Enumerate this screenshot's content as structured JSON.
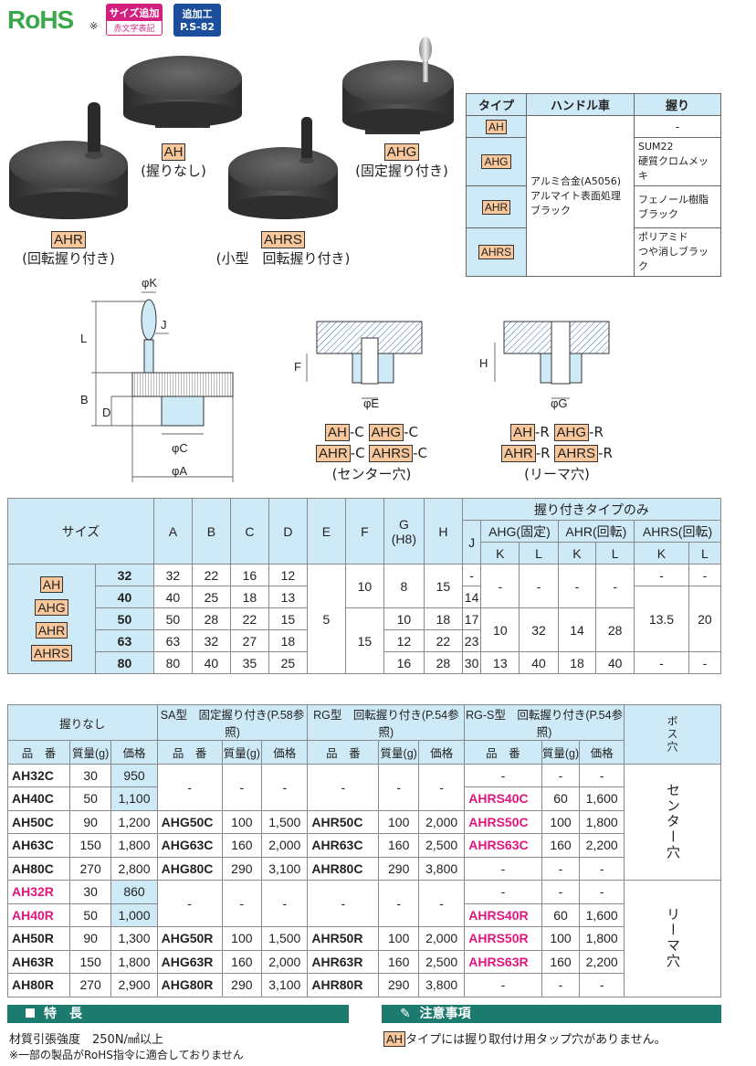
{
  "header": {
    "rohs": "RoHS",
    "rohs_mark": "※",
    "badge1_top": "サイズ追加",
    "badge1_bottom": "赤文字表記",
    "badge2_top": "追加工",
    "badge2_bottom": "P.S-82"
  },
  "products": [
    {
      "code": "AH",
      "desc": "(握りなし)"
    },
    {
      "code": "AHG",
      "desc": "(固定握り付き)"
    },
    {
      "code": "AHR",
      "desc": "(回転握り付き)"
    },
    {
      "code": "AHRS",
      "desc": "(小型　回転握り付き)"
    }
  ],
  "type_table": {
    "headers": [
      "タイプ",
      "ハンドル車",
      "握り"
    ],
    "types": [
      "AH",
      "AHG",
      "AHR",
      "AHRS"
    ],
    "material_lines": [
      "アルミ合金(A5056)",
      "アルマイト表面処理",
      "ブラック"
    ],
    "grips": [
      [
        "-"
      ],
      [
        "SUM22",
        "硬質クロムメッキ"
      ],
      [
        "フェノール樹脂",
        "ブラック"
      ],
      [
        "ポリアミド",
        "つや消しブラック"
      ]
    ]
  },
  "drawing": {
    "labels": {
      "phiK": "φK",
      "L": "L",
      "J": "J",
      "B": "B",
      "D": "D",
      "phiC": "φC",
      "phiA": "φA",
      "F": "F",
      "phiE": "φE",
      "H": "H",
      "phiG": "φG"
    },
    "center_lines": [
      [
        "AH",
        "-C",
        "AHG",
        "-C"
      ],
      [
        "AHR",
        "-C",
        "AHRS",
        "-C"
      ]
    ],
    "center_caption": "(センター穴)",
    "ream_lines": [
      [
        "AH",
        "-R",
        "AHG",
        "-R"
      ],
      [
        "AHR",
        "-R",
        "AHRS",
        "-R"
      ]
    ],
    "ream_caption": "(リーマ穴)"
  },
  "dims": {
    "size": "サイズ",
    "cols": [
      "A",
      "B",
      "C",
      "D",
      "E",
      "F",
      "G",
      "(H8)",
      "H",
      "J"
    ],
    "grip_only": "握り付きタイプのみ",
    "sub": [
      "AHG(固定)",
      "AHR(回転)",
      "AHRS(回転)"
    ],
    "kl": [
      "K",
      "L",
      "K",
      "L",
      "K",
      "L"
    ],
    "types": [
      "AH",
      "AHG",
      "AHR",
      "AHRS"
    ],
    "rows": [
      {
        "s": "32",
        "A": "32",
        "B": "22",
        "C": "16",
        "D": "12",
        "G": "8",
        "H": "15",
        "J": "-",
        "K1": "-",
        "L1": "-",
        "K2": "-",
        "L2": "-",
        "K3": "-",
        "L3": "-"
      },
      {
        "s": "40",
        "A": "40",
        "B": "25",
        "C": "18",
        "D": "13",
        "J": "14"
      },
      {
        "s": "50",
        "A": "50",
        "B": "28",
        "C": "22",
        "D": "15",
        "G": "10",
        "H": "18",
        "J": "17",
        "K1": "10",
        "L1": "32",
        "K2": "14",
        "L2": "28",
        "K3": "13.5",
        "L3": "20"
      },
      {
        "s": "63",
        "A": "63",
        "B": "32",
        "C": "27",
        "D": "18",
        "G": "12",
        "H": "22",
        "J": "23"
      },
      {
        "s": "80",
        "A": "80",
        "B": "40",
        "C": "35",
        "D": "25",
        "G": "16",
        "H": "28",
        "J": "30",
        "K1": "13",
        "L1": "40",
        "K2": "18",
        "L2": "40",
        "K3": "-",
        "L3": "-"
      }
    ],
    "E": "5",
    "F1": "10",
    "F2": "15"
  },
  "prices": {
    "groups": [
      "握りなし",
      "SA型　固定握り付き(P.58参照)",
      "RG型　回転握り付き(P.54参照)",
      "RG-S型　回転握り付き(P.54参照)",
      "ボス穴"
    ],
    "sub": [
      "品　番",
      "質量(g)",
      "価格"
    ],
    "center": "センター穴",
    "ream": "リーマ穴",
    "dash": "-",
    "rows": [
      [
        "AH32C",
        "30",
        "950",
        "",
        "",
        "",
        "",
        "",
        "",
        "-",
        "-",
        "-"
      ],
      [
        "AH40C",
        "50",
        "1,100",
        "",
        "",
        "",
        "",
        "",
        "",
        "AHRS40C",
        "60",
        "1,600"
      ],
      [
        "AH50C",
        "90",
        "1,200",
        "AHG50C",
        "100",
        "1,500",
        "AHR50C",
        "100",
        "2,000",
        "AHRS50C",
        "100",
        "1,800"
      ],
      [
        "AH63C",
        "150",
        "1,800",
        "AHG63C",
        "160",
        "2,000",
        "AHR63C",
        "160",
        "2,500",
        "AHRS63C",
        "160",
        "2,200"
      ],
      [
        "AH80C",
        "270",
        "2,800",
        "AHG80C",
        "290",
        "3,100",
        "AHR80C",
        "290",
        "3,800",
        "-",
        "-",
        "-"
      ],
      [
        "AH32R",
        "30",
        "860",
        "",
        "",
        "",
        "",
        "",
        "",
        "-",
        "-",
        "-"
      ],
      [
        "AH40R",
        "50",
        "1,000",
        "",
        "",
        "",
        "",
        "",
        "",
        "AHRS40R",
        "60",
        "1,600"
      ],
      [
        "AH50R",
        "90",
        "1,300",
        "AHG50R",
        "100",
        "1,500",
        "AHR50R",
        "100",
        "2,000",
        "AHRS50R",
        "100",
        "1,800"
      ],
      [
        "AH63R",
        "150",
        "1,800",
        "AHG63R",
        "160",
        "2,000",
        "AHR63R",
        "160",
        "2,500",
        "AHRS63R",
        "160",
        "2,200"
      ],
      [
        "AH80R",
        "270",
        "2,900",
        "AHG80R",
        "290",
        "3,100",
        "AHR80R",
        "290",
        "3,800",
        "-",
        "-",
        "-"
      ]
    ]
  },
  "footer": {
    "features_title": "特　長",
    "feature1": "材質引張強度　250N/㎟以上",
    "note_rohs": "※一部の製品がRoHS指令に適合しておりません",
    "caution_title": "注意事項",
    "caution_tag": "AH",
    "caution_text": "タイプには握り取付け用タップ穴がありません。"
  },
  "colors": {
    "accent_blue": "#cfeaf7",
    "tag_orange": "#f8c79b",
    "pink": "#e0157e",
    "teal": "#1c7a6e"
  }
}
